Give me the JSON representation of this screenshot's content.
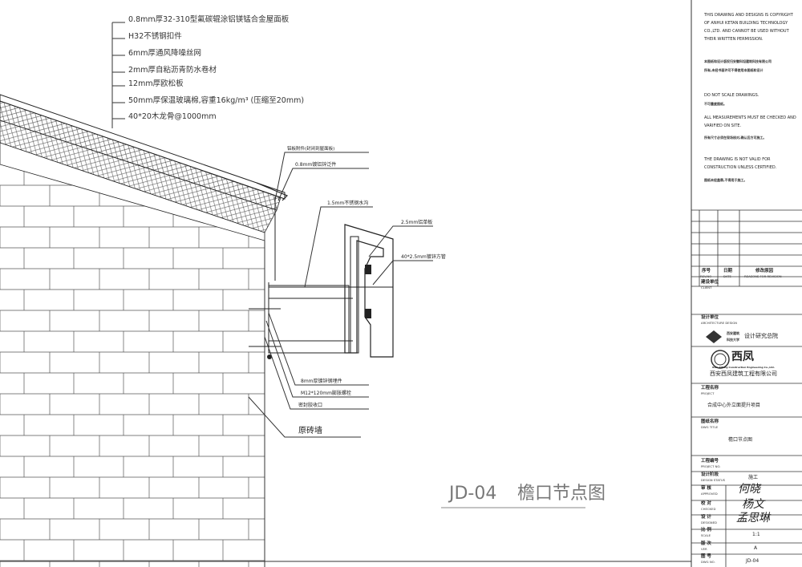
{
  "drawing": {
    "title_code": "JD-04",
    "title_name": "檐口节点图",
    "layer_notes": [
      "0.8mm厚32-310型氟碳辊涂铝镁锰合金屋面板",
      "H32不锈钢扣件",
      "6mm厚通风降噪丝网",
      "2mm厚自粘沥青防水卷材",
      "12mm厚欧松板",
      "50mm厚保温玻璃棉,容重16kg/m³ (压缩至20mm)",
      "40*20木龙骨@1000mm"
    ],
    "detail_notes": {
      "gutter_trim": "铝板附件(封闭到屋面板)",
      "flashing": "0.8mm镀铝锌泛件",
      "gutter": "1.5mm不锈钢水沟",
      "aluminum_panel": "2.5mm铝单板",
      "steel_tube": "40*2.5mm镀锌方管",
      "embed_plate": "8mm厚镀锌钢埋件",
      "anchor_bolt": "M12*120mm膨胀螺栓",
      "sealant": "密封胶收口",
      "existing_wall": "原砖墙"
    }
  },
  "title_block": {
    "copyright_en": [
      "THIS DRAWING AND DESIGNS IS COPYRIGHT",
      "OF ANHUI KETAN BUILDING TECHNOLOGY",
      "CO.,LTD. AND CANNOT BE USED WITHOUT",
      "THEIR WRITTEN PERMISSION."
    ],
    "copyright_cn": [
      "本图纸和设计版权归安徽科坦建筑科技有限公司",
      "所有,未经书面许可不得使用本图纸和设计"
    ],
    "scale_note_en": "DO NOT SCALE DRAWINGS.",
    "scale_note_cn": "不可量度图纸。",
    "measure_note_en": [
      "ALL MEASUREMENTS MUST BE CHECKED AND",
      "VARIFIED ON SITE."
    ],
    "measure_note_cn": "所有尺寸必须在现场核对,确认后方可施工。",
    "valid_note_en": [
      "THE DRAWING IS NOT VALID FOR",
      "CONSTRUCTION UNLESS CERTIFIED."
    ],
    "valid_note_cn": "图纸未经盖章,不得用于施工。",
    "rev_no": {
      "cn": "序号",
      "en": "REV.NO"
    },
    "date": {
      "cn": "日期",
      "en": "DATE"
    },
    "reason": {
      "cn": "修改原因",
      "en": "REASONS FOR REVISION"
    },
    "client": {
      "cn": "建设单位",
      "en": "CLIENT"
    },
    "arch_design": {
      "cn": "设计单位",
      "en": "ARCHITECTURE DESIGN"
    },
    "university": [
      "西安建筑",
      "科技大学"
    ],
    "institute": "设计研究总院",
    "company_logo": "西凤",
    "company_en": "Xian Xifeng Construction Engineering Co.,Ltd.",
    "company_cn": "西安西凤建筑工程有限公司",
    "project": {
      "cn": "工程名称",
      "en": "PROJECT",
      "value": "合成中心外立面提升项目"
    },
    "dwg_title": {
      "cn": "图纸名称",
      "en": "DWG TITLE",
      "value": "檐口节点图"
    },
    "project_no": {
      "cn": "工程编号",
      "en": "PROJECT NO."
    },
    "status": {
      "cn": "设计阶段",
      "en": "DESIGN STATUS",
      "value": "施工"
    },
    "approved": {
      "cn": "审 核",
      "en": "APPROVED",
      "value": "何晓"
    },
    "checked": {
      "cn": "校 对",
      "en": "CHECKED",
      "value": "杨文"
    },
    "designed": {
      "cn": "设 计",
      "en": "DESIGNED",
      "value": "孟思琳"
    },
    "scale": {
      "cn": "比 例",
      "en": "SCALE",
      "value": "1:1"
    },
    "ver": {
      "cn": "版 次",
      "en": "VER",
      "value": "A"
    },
    "dwg_no": {
      "cn": "图 号",
      "en": "DWG NO.",
      "value": "JD-04"
    }
  }
}
